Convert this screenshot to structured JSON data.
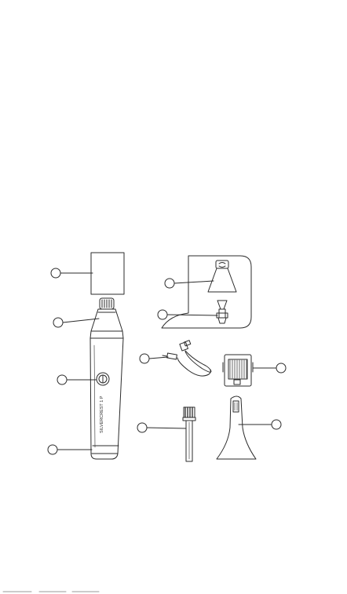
{
  "device_brand_text": "SILVERCREST 1 P",
  "diagram": {
    "callouts": [
      {
        "id": "protective-cap",
        "label": ""
      },
      {
        "id": "trimmer-head",
        "label": ""
      },
      {
        "id": "on-off-switch",
        "label": ""
      },
      {
        "id": "battery-compartment-cover",
        "label": ""
      },
      {
        "id": "nose-trimmer-attachment",
        "label": ""
      },
      {
        "id": "rotary-blade",
        "label": ""
      },
      {
        "id": "usb-charging-cable",
        "label": ""
      },
      {
        "id": "comb-attachment",
        "label": ""
      },
      {
        "id": "cleaning-brush",
        "label": ""
      },
      {
        "id": "precision-trimmer-attachment",
        "label": ""
      }
    ]
  },
  "colors": {
    "stroke": "#2b2b2b",
    "background": "#ffffff"
  }
}
